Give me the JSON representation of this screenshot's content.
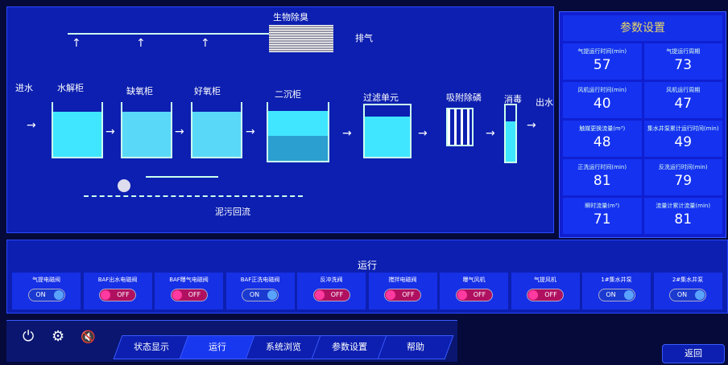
{
  "process": {
    "bio_deodor": "生物除臭",
    "exhaust": "排气",
    "inlet": "进水",
    "hydrolysis": "水解柜",
    "anoxic": "缺氧柜",
    "aerobic": "好氧柜",
    "secondary": "二沉柜",
    "filter": "过滤单元",
    "adsorption": "吸附除磷",
    "disinfect": "消毒",
    "outlet": "出水",
    "sludge_return": "泥污回流"
  },
  "params": {
    "title": "参数设置",
    "items": [
      {
        "label": "气提运行时间(min)",
        "value": "57"
      },
      {
        "label": "气提运行周期",
        "value": "73"
      },
      {
        "label": "风机运行时间(min)",
        "value": "40"
      },
      {
        "label": "风机运行周期",
        "value": "47"
      },
      {
        "label": "触媒更换流量(m³)",
        "value": "48"
      },
      {
        "label": "集水井泵累计运行时间(min)",
        "value": "49"
      },
      {
        "label": "正洗运行时间(min)",
        "value": "81"
      },
      {
        "label": "反洗运行时间(min)",
        "value": "79"
      },
      {
        "label": "瞬时流量(m³)",
        "value": "71"
      },
      {
        "label": "流量计累计流量(min)",
        "value": "81"
      }
    ]
  },
  "run": {
    "title": "运行",
    "switches": [
      {
        "label": "气提电磁阀",
        "state": "ON"
      },
      {
        "label": "BAF出水电磁阀",
        "state": "OFF"
      },
      {
        "label": "BAF曝气电磁阀",
        "state": "OFF"
      },
      {
        "label": "BAF正洗电磁阀",
        "state": "ON"
      },
      {
        "label": "反冲洗阀",
        "state": "OFF"
      },
      {
        "label": "搅拌电磁阀",
        "state": "OFF"
      },
      {
        "label": "曝气风机",
        "state": "OFF"
      },
      {
        "label": "气提风机",
        "state": "OFF"
      },
      {
        "label": "1#集水井泵",
        "state": "ON"
      },
      {
        "label": "2#集水井泵",
        "state": "ON"
      }
    ]
  },
  "nav": {
    "tabs": [
      "状态显示",
      "运行",
      "系统浏览",
      "参数设置",
      "帮助"
    ],
    "back": "返回"
  }
}
